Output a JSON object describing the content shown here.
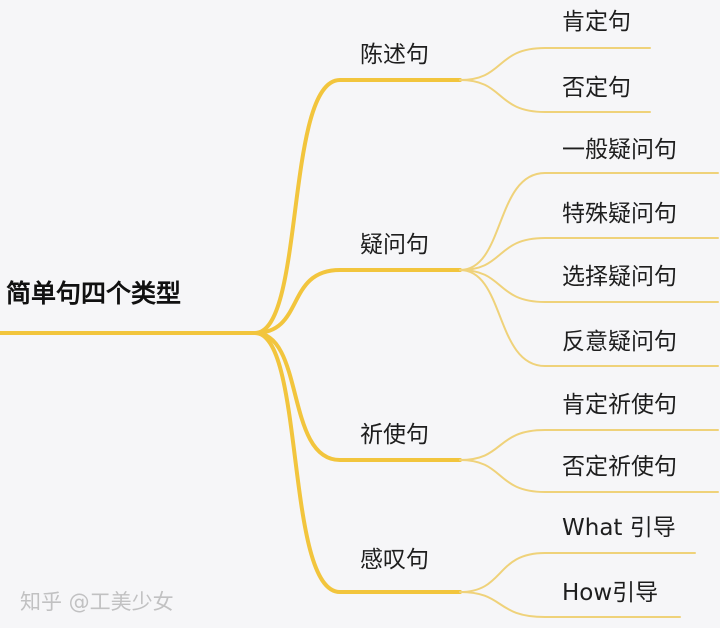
{
  "colors": {
    "background": "#f6f6f8",
    "line": "#f2c53d",
    "line_thin": "#efd27a"
  },
  "root": "简单句四个类型",
  "branches": [
    {
      "label": "陈述句",
      "children": [
        "肯定句",
        "否定句"
      ]
    },
    {
      "label": "疑问句",
      "children": [
        "一般疑问句",
        "特殊疑问句",
        "选择疑问句",
        "反意疑问句"
      ]
    },
    {
      "label": "祈使句",
      "children": [
        "肯定祈使句",
        "否定祈使句"
      ]
    },
    {
      "label": "感叹句",
      "children": [
        "What 引导",
        "How引导"
      ]
    }
  ],
  "watermark": "知乎 @工美少女"
}
